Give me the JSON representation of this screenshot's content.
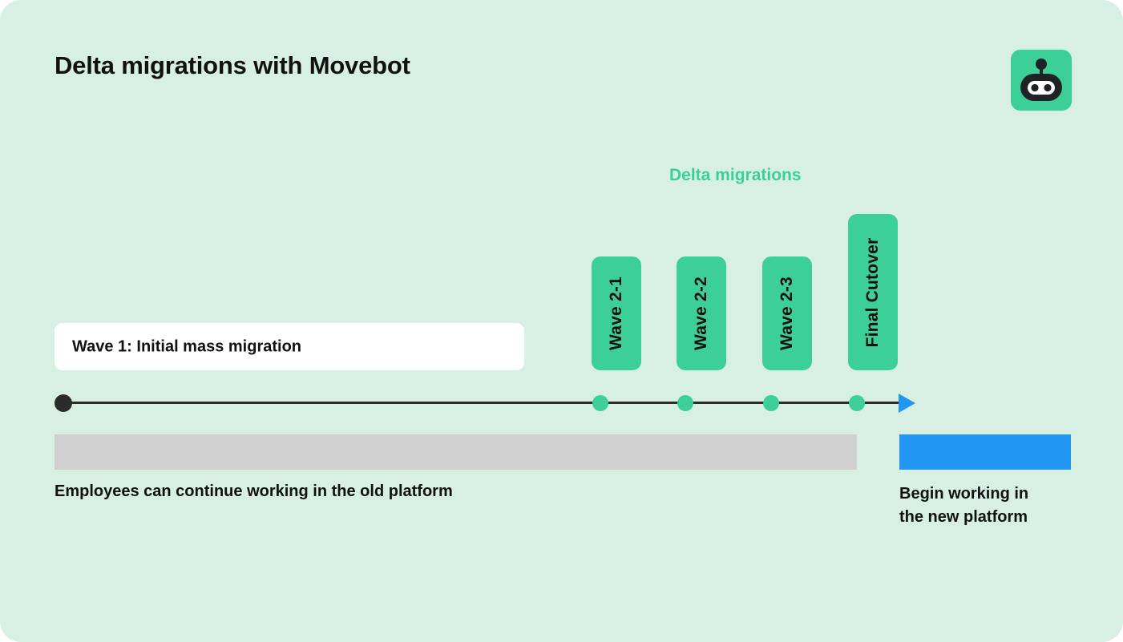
{
  "header": {
    "title": "Delta migrations with Movebot",
    "logo_icon": "movebot-robot-icon"
  },
  "diagram": {
    "section_label": "Delta migrations",
    "wave1": {
      "label": "Wave 1: Initial mass migration"
    },
    "delta_waves": [
      {
        "label": "Wave 2-1"
      },
      {
        "label": "Wave 2-2"
      },
      {
        "label": "Wave 2-3"
      },
      {
        "label": "Final Cutover"
      }
    ],
    "old_platform": {
      "caption": "Employees can continue working in the old platform"
    },
    "new_platform": {
      "caption": "Begin working in\nthe new platform",
      "caption_line1": "Begin working in",
      "caption_line2": "the new platform"
    },
    "timeline": {
      "start_marker": "start-dot",
      "end_marker": "arrow-head"
    }
  },
  "colors": {
    "background": "#d7f0e3",
    "accent_green": "#3ccf97",
    "accent_blue": "#2196f3",
    "old_platform_gray": "#d0d0d0",
    "text_dark": "#111111",
    "card_white": "#ffffff",
    "timeline_dark": "#2b2b2b"
  }
}
